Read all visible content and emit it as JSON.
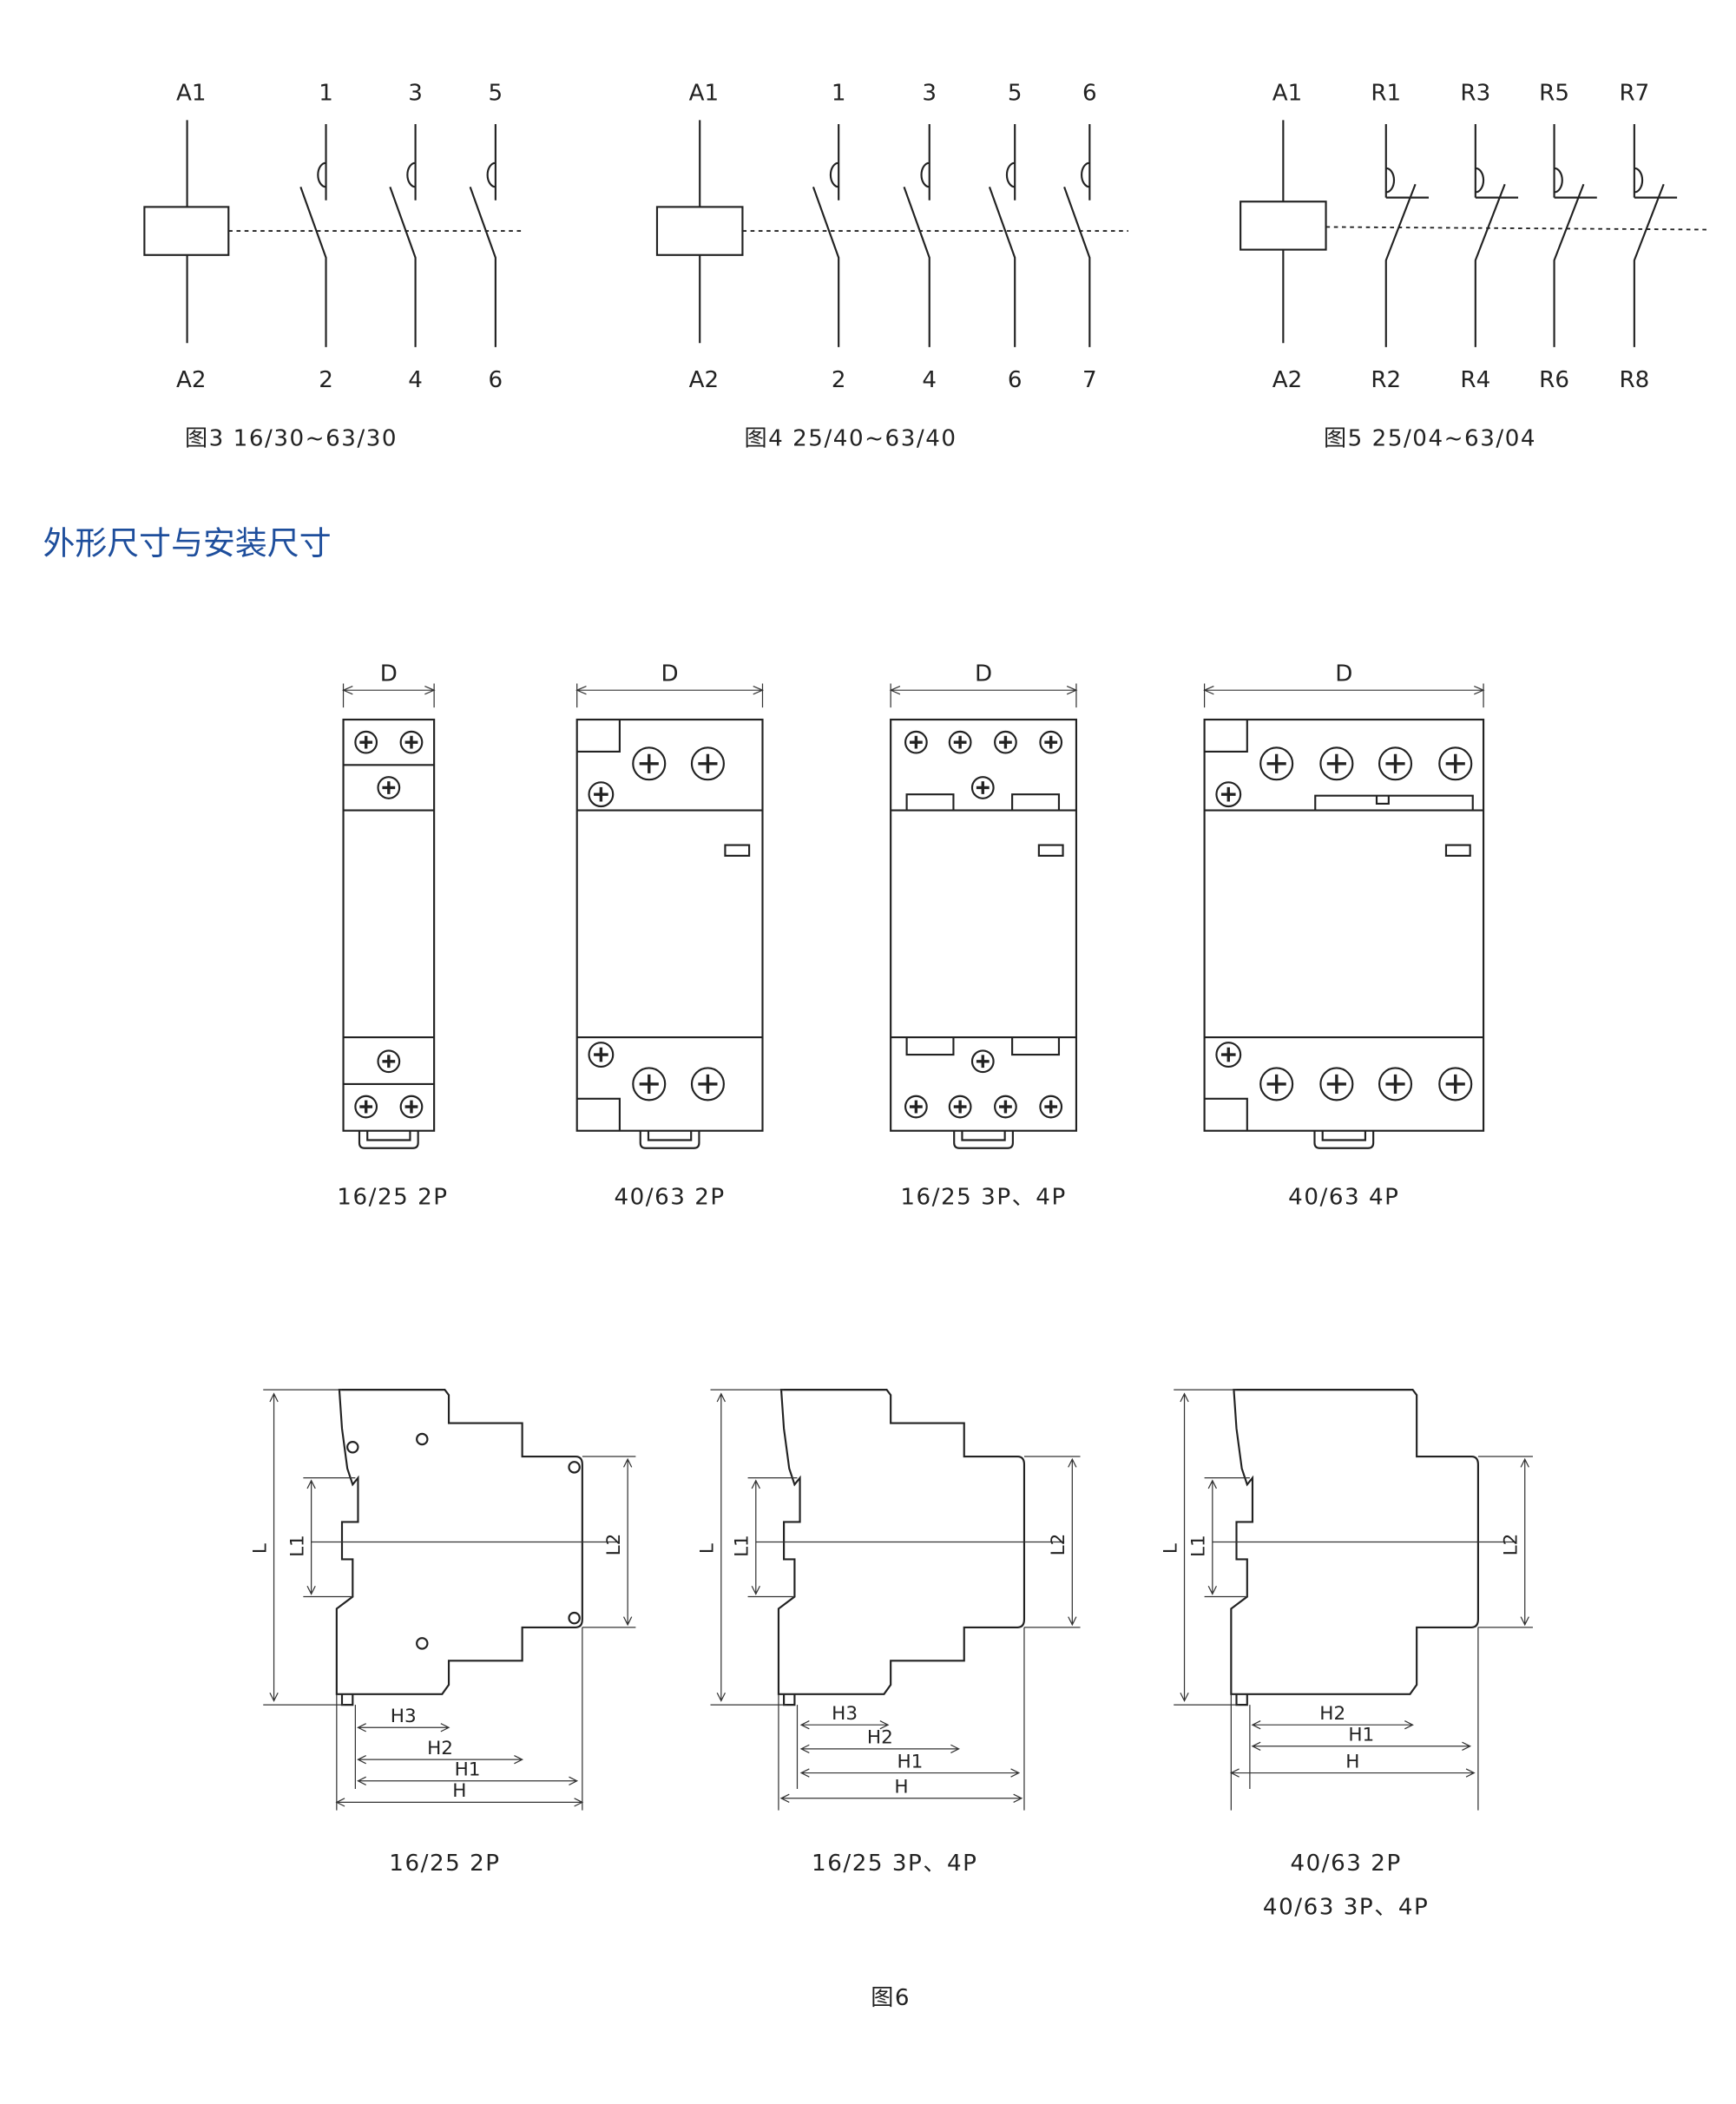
{
  "schematics": [
    {
      "top": [
        "A1",
        "1",
        "3",
        "5"
      ],
      "bottom": [
        "A2",
        "2",
        "4",
        "6"
      ],
      "caption": "图3  16/30~63/30"
    },
    {
      "top": [
        "A1",
        "1",
        "3",
        "5",
        "6"
      ],
      "bottom": [
        "A2",
        "2",
        "4",
        "6",
        "7"
      ],
      "caption": "图4  25/40~63/40"
    },
    {
      "top": [
        "A1",
        "R1",
        "R3",
        "R5",
        "R7"
      ],
      "bottom": [
        "A2",
        "R2",
        "R4",
        "R6",
        "R8"
      ],
      "caption": "图5  25/04~63/04"
    }
  ],
  "section_heading": "外形尺寸与安装尺寸",
  "heading_color": "#1e4e9c",
  "front_views": [
    {
      "dim": "D",
      "caption": "16/25  2P"
    },
    {
      "dim": "D",
      "caption": "40/63  2P"
    },
    {
      "dim": "D",
      "caption": "16/25  3P、4P"
    },
    {
      "dim": "D",
      "caption": "40/63  4P"
    }
  ],
  "side_views": [
    {
      "dims": [
        "L",
        "L1",
        "L2",
        "H3",
        "H2",
        "H1",
        "H"
      ],
      "captions": [
        "16/25  2P"
      ]
    },
    {
      "dims": [
        "L",
        "L1",
        "L2",
        "H3",
        "H2",
        "H1",
        "H"
      ],
      "captions": [
        "16/25  3P、4P"
      ]
    },
    {
      "dims": [
        "L",
        "L1",
        "L2",
        "H2",
        "H1",
        "H"
      ],
      "captions": [
        "40/63  2P",
        "40/63  3P、4P"
      ]
    }
  ],
  "figure_caption": "图6"
}
